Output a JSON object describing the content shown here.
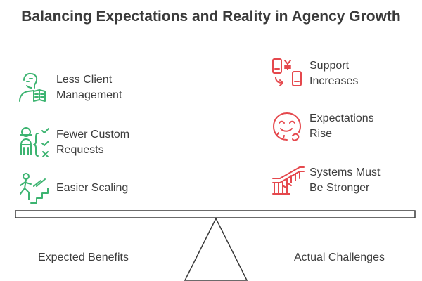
{
  "title": "Balancing Expectations and Reality in Agency Growth",
  "colors": {
    "benefit": "#3db471",
    "challenge": "#e5484d",
    "line": "#3a3a3a"
  },
  "benefits": [
    {
      "line1": "Less Client",
      "line2": "Management",
      "icon": "reading-person-icon"
    },
    {
      "line1": "Fewer Custom",
      "line2": "Requests",
      "icon": "person-checklist-icon"
    },
    {
      "line1": "Easier Scaling",
      "line2": "",
      "icon": "climbing-stairs-icon"
    }
  ],
  "challenges": [
    {
      "line1": "Support",
      "line2": "Increases",
      "icon": "currency-exchange-icon"
    },
    {
      "line1": "Expectations",
      "line2": "Rise",
      "icon": "hopeful-face-icon"
    },
    {
      "line1": "Systems Must",
      "line2": "Be Stronger",
      "icon": "bridge-icon"
    }
  ],
  "footer": {
    "left": "Expected Benefits",
    "right": "Actual Challenges"
  }
}
